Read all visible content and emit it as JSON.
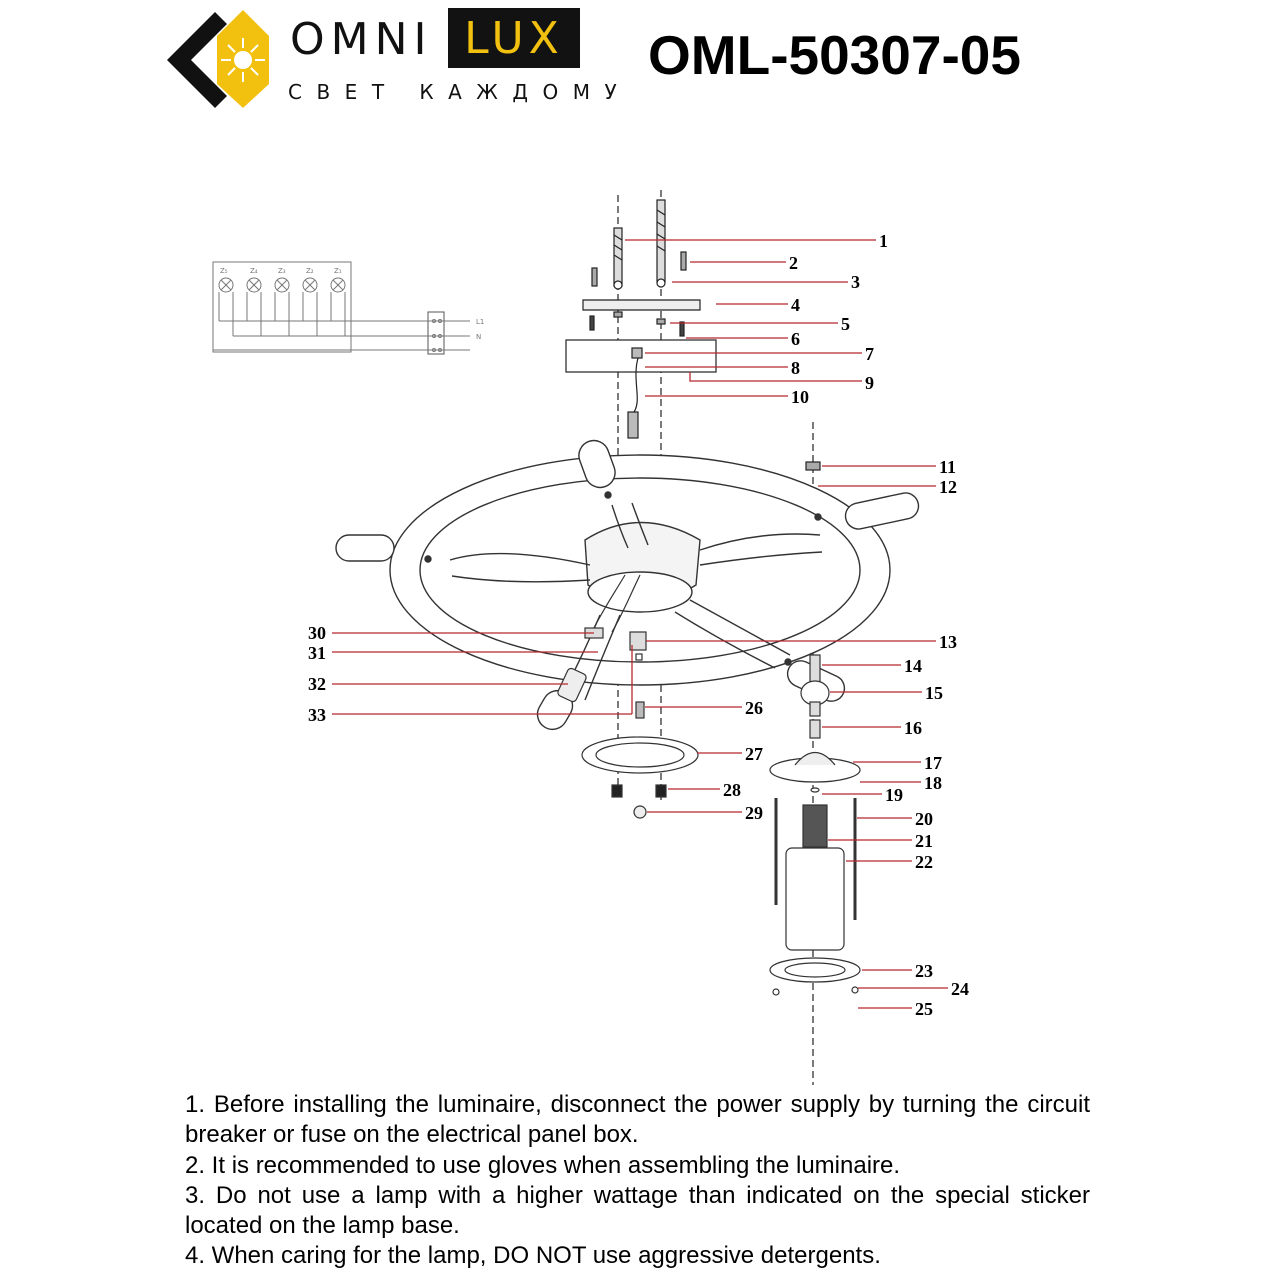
{
  "header": {
    "brand_left": "OMNI",
    "brand_right": "LUX",
    "tagline": "СВЕТ КАЖДОМУ",
    "model": "OML-50307-05",
    "colors": {
      "brand_yellow": "#f2c10f",
      "brand_black": "#121212",
      "leader_red": "#b8282e"
    }
  },
  "wiring": {
    "terminals": [
      "Z₅",
      "Z₄",
      "Z₃",
      "Z₂",
      "Z₁"
    ],
    "lines": [
      "L1",
      "N"
    ]
  },
  "callouts": [
    "1",
    "2",
    "3",
    "4",
    "5",
    "6",
    "7",
    "8",
    "9",
    "10",
    "11",
    "12",
    "13",
    "14",
    "15",
    "16",
    "17",
    "18",
    "19",
    "20",
    "21",
    "22",
    "23",
    "24",
    "25",
    "26",
    "27",
    "28",
    "29",
    "30",
    "31",
    "32",
    "33"
  ],
  "notes": [
    "1. Before installing the luminaire, disconnect the power supply by turning the circuit breaker or fuse on the electrical panel box.",
    "2. It is recommended to use gloves when assembling the luminaire.",
    "3. Do not use a lamp with a higher wattage than indicated on the special sticker located on the lamp base.",
    "4. When caring for the lamp, DO NOT use aggressive detergents."
  ]
}
